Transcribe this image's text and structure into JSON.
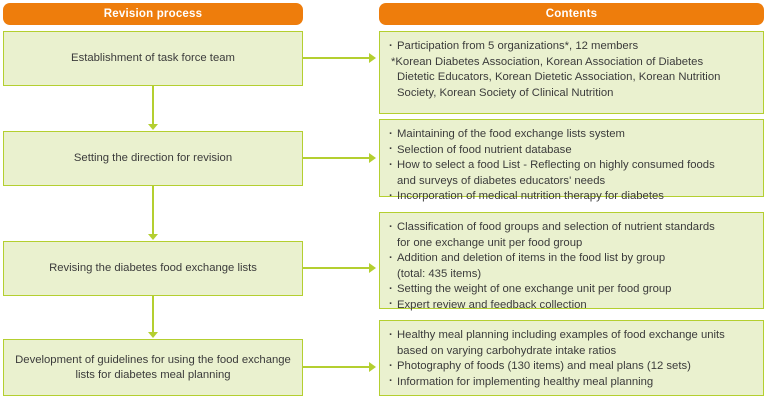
{
  "headers": {
    "left": "Revision process",
    "right": "Contents"
  },
  "colors": {
    "header_orange": "#ee7d0c",
    "box_fill": "#eaf1cf",
    "box_border": "#b4cf30",
    "connector": "#b4cf30",
    "text": "#3b3b3b",
    "header_text": "#ffffff",
    "background": "#ffffff"
  },
  "process_steps": [
    {
      "label": "Establishment of task force team"
    },
    {
      "label": "Setting the direction for revision"
    },
    {
      "label": "Revising the diabetes food exchange lists"
    },
    {
      "label": "Development of guidelines for using the\nfood exchange lists for diabetes meal planning"
    }
  ],
  "contents": [
    {
      "items": [
        {
          "marker": "bullet",
          "text": "Participation from 5 organizations*, 12 members"
        },
        {
          "marker": "star",
          "text": "*Korean Diabetes Association, Korean Association of Diabetes\nDietetic Educators, Korean Dietetic Association, Korean Nutrition\nSociety, Korean Society of Clinical Nutrition"
        }
      ]
    },
    {
      "items": [
        {
          "marker": "bullet",
          "text": "Maintaining of the food exchange lists system"
        },
        {
          "marker": "bullet",
          "text": "Selection of food nutrient database"
        },
        {
          "marker": "bullet",
          "text": "How to select a food List - Reflecting on highly consumed foods\nand surveys of diabetes educators' needs"
        },
        {
          "marker": "bullet",
          "text": "Incorporation of medical nutrition therapy for diabetes"
        }
      ]
    },
    {
      "items": [
        {
          "marker": "bullet",
          "text": "Classification of food groups and selection of nutrient standards\nfor one exchange unit per food group"
        },
        {
          "marker": "bullet",
          "text": "Addition and deletion of items in the food list by group\n(total: 435 items)"
        },
        {
          "marker": "bullet",
          "text": "Setting the weight of one exchange unit per food group"
        },
        {
          "marker": "bullet",
          "text": "Expert review and feedback collection"
        }
      ]
    },
    {
      "items": [
        {
          "marker": "bullet",
          "text": "Healthy meal planning including examples of food exchange units\nbased on varying carbohydrate intake ratios"
        },
        {
          "marker": "bullet",
          "text": "Photography of foods (130 items) and meal plans (12 sets)"
        },
        {
          "marker": "bullet",
          "text": "Information for implementing healthy meal planning"
        }
      ]
    }
  ]
}
